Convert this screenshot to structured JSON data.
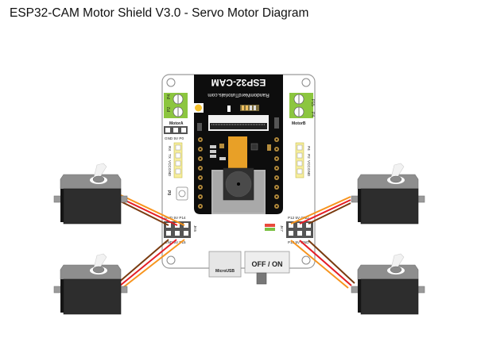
{
  "title": "ESP32-CAM Motor Shield V3.0  -  Servo Motor Diagram",
  "board": {
    "module_label": "ESP32-CAM",
    "website": "RandomNerdTutorials.com",
    "motor_a": {
      "label": "MotorA",
      "pins": [
        "P4",
        "P2"
      ]
    },
    "motor_b": {
      "label": "MotorB",
      "pins": [
        "P15",
        "P4"
      ]
    },
    "top_left_header_label": "GND 5V P0",
    "uart_header": {
      "labels": [
        "RX",
        "TX",
        "VCC",
        "GND"
      ]
    },
    "i2c_header": {
      "labels": [
        "P4",
        "P2",
        "VCC",
        "GND"
      ]
    },
    "button_label": "P0",
    "jk6": {
      "name": "JK6",
      "top_label": "GND 5V P14",
      "bottom_label": "GND 5V P15"
    },
    "jk7": {
      "name": "JK7",
      "top_label": "P12 5V GND",
      "bottom_label": "P13 5V GND"
    },
    "usb_label": "MicroUSB",
    "switch_label": "OFF / ON"
  },
  "servos": [
    {
      "name": "servo-top-left",
      "connector": "JK6",
      "signal_pin": "P14"
    },
    {
      "name": "servo-bottom-left",
      "connector": "JK6",
      "signal_pin": "P15"
    },
    {
      "name": "servo-top-right",
      "connector": "JK7",
      "signal_pin": "P12"
    },
    {
      "name": "servo-bottom-right",
      "connector": "JK7",
      "signal_pin": "P13"
    }
  ],
  "colors": {
    "board": "#ffffff",
    "board_border": "#9a9a9a",
    "module": "#0d0d0d",
    "terminal_green": "#8cc63f",
    "header_yellow": "#f6ee9c",
    "camera_ribbon": "#e8a027",
    "wire_signal": "#f7941d",
    "wire_power": "#e41e26",
    "wire_ground": "#7a3b10",
    "servo_body": "#2b2b2b",
    "servo_top": "#8f8f8f"
  }
}
